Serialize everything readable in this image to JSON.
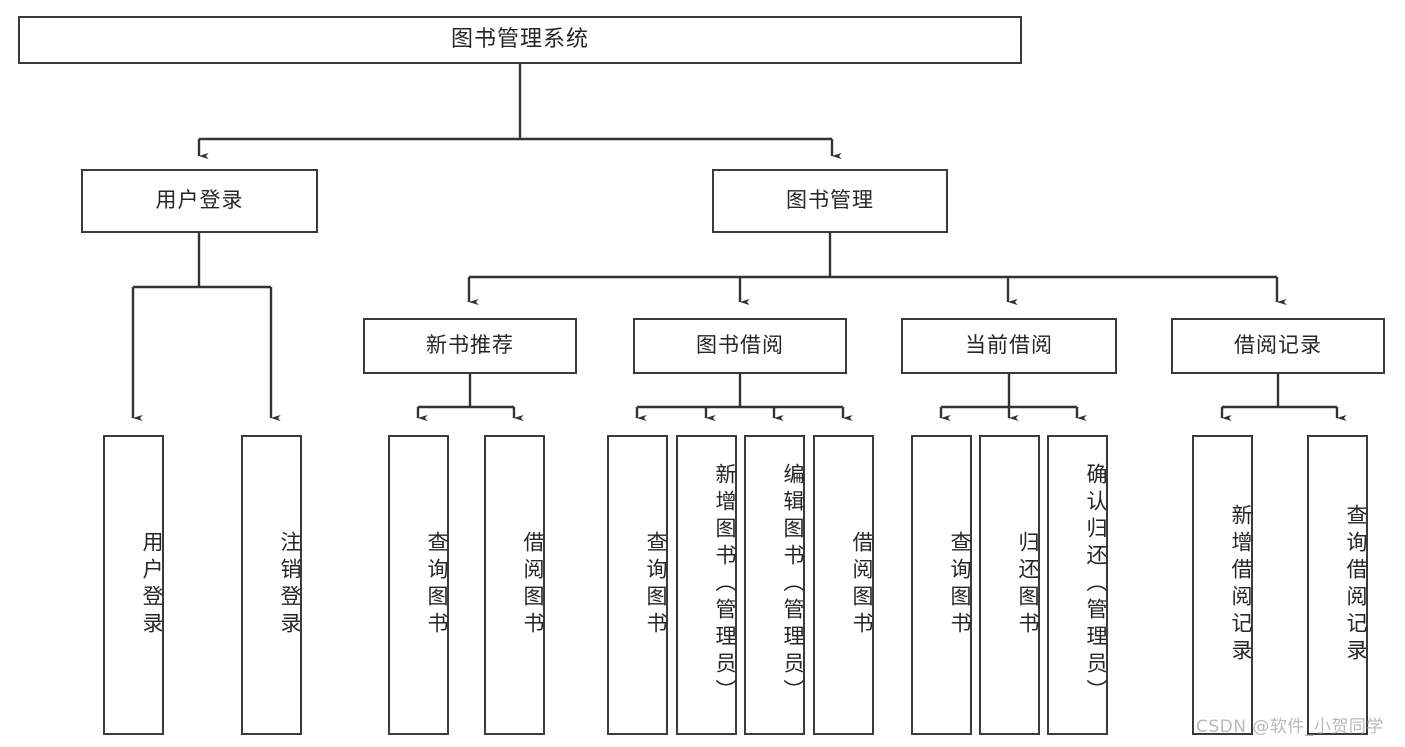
{
  "diagram": {
    "type": "tree-hierarchy",
    "title": "图书管理系统",
    "watermark": "CSDN @软件_小贺同学",
    "colors": {
      "box_border": "#3a3a3a",
      "box_fill": "#ffffff",
      "connector": "#333333",
      "text": "#262626",
      "watermark": "#b9b9b9",
      "background": "#ffffff"
    },
    "levels": {
      "root": {
        "label": "图书管理系统"
      },
      "level2": [
        {
          "label": "用户登录"
        },
        {
          "label": "图书管理"
        }
      ],
      "level3": [
        {
          "label": "新书推荐"
        },
        {
          "label": "图书借阅"
        },
        {
          "label": "当前借阅"
        },
        {
          "label": "借阅记录"
        }
      ],
      "level4": [
        {
          "label": "用户登录",
          "parent": "用户登录"
        },
        {
          "label": "注销登录",
          "parent": "用户登录"
        },
        {
          "label": "查询图书",
          "parent": "新书推荐"
        },
        {
          "label": "借阅图书",
          "parent": "新书推荐"
        },
        {
          "label": "查询图书",
          "parent": "图书借阅"
        },
        {
          "label": "新增图书（管理员）",
          "parent": "图书借阅"
        },
        {
          "label": "编辑图书（管理员）",
          "parent": "图书借阅"
        },
        {
          "label": "借阅图书",
          "parent": "图书借阅"
        },
        {
          "label": "查询图书",
          "parent": "当前借阅"
        },
        {
          "label": "归还图书",
          "parent": "当前借阅"
        },
        {
          "label": "确认归还（管理员）",
          "parent": "当前借阅"
        },
        {
          "label": "新增借阅记录",
          "parent": "借阅记录"
        },
        {
          "label": "查询借阅记录",
          "parent": "借阅记录"
        }
      ]
    }
  }
}
